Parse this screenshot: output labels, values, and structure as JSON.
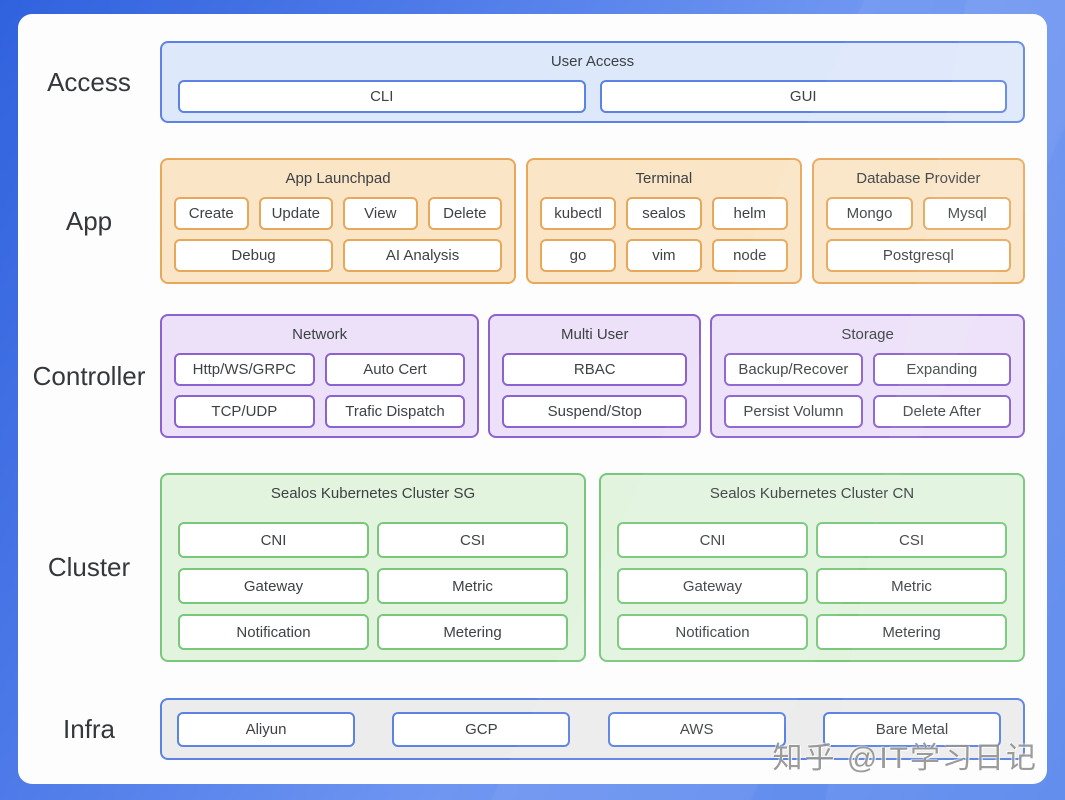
{
  "watermark": "知乎 @IT学习日记",
  "layers": {
    "access": {
      "label": "Access",
      "group": {
        "title": "User Access",
        "items": [
          "CLI",
          "GUI"
        ]
      }
    },
    "app": {
      "label": "App",
      "launchpad": {
        "title": "App Launchpad",
        "row1": [
          "Create",
          "Update",
          "View",
          "Delete"
        ],
        "row2": [
          "Debug",
          "AI Analysis"
        ]
      },
      "terminal": {
        "title": "Terminal",
        "row1": [
          "kubectl",
          "sealos",
          "helm"
        ],
        "row2": [
          "go",
          "vim",
          "node"
        ]
      },
      "database": {
        "title": "Database Provider",
        "row1": [
          "Mongo",
          "Mysql"
        ],
        "row2": [
          "Postgresql"
        ]
      }
    },
    "controller": {
      "label": "Controller",
      "network": {
        "title": "Network",
        "row1": [
          "Http/WS/GRPC",
          "Auto Cert"
        ],
        "row2": [
          "TCP/UDP",
          "Trafic Dispatch"
        ]
      },
      "multiuser": {
        "title": "Multi User",
        "row1": [
          "RBAC"
        ],
        "row2": [
          "Suspend/Stop"
        ]
      },
      "storage": {
        "title": "Storage",
        "row1": [
          "Backup/Recover",
          "Expanding"
        ],
        "row2": [
          "Persist Volumn",
          "Delete After"
        ]
      }
    },
    "cluster": {
      "label": "Cluster",
      "sg": {
        "title": "Sealos Kubernetes Cluster SG",
        "rows": [
          [
            "CNI",
            "CSI"
          ],
          [
            "Gateway",
            "Metric"
          ],
          [
            "Notification",
            "Metering"
          ]
        ]
      },
      "cn": {
        "title": "Sealos Kubernetes Cluster CN",
        "rows": [
          [
            "CNI",
            "CSI"
          ],
          [
            "Gateway",
            "Metric"
          ],
          [
            "Notification",
            "Metering"
          ]
        ]
      }
    },
    "infra": {
      "label": "Infra",
      "items": [
        "Aliyun",
        "GCP",
        "AWS",
        "Bare Metal"
      ]
    }
  },
  "colors": {
    "background_start": "#3162de",
    "background_end": "#6f96f1",
    "card": "#fdfdfd",
    "access_border": "#5b82e4",
    "access_fill": "#dde8fb",
    "app_border": "#e8a85c",
    "app_fill": "#fae5c6",
    "controller_border": "#8b62cf",
    "controller_fill": "#ece1f9",
    "cluster_border": "#79c77a",
    "cluster_fill": "#e2f3de",
    "infra_border": "#5b82e4",
    "infra_fill": "#ececec",
    "text": "#3e4245"
  }
}
